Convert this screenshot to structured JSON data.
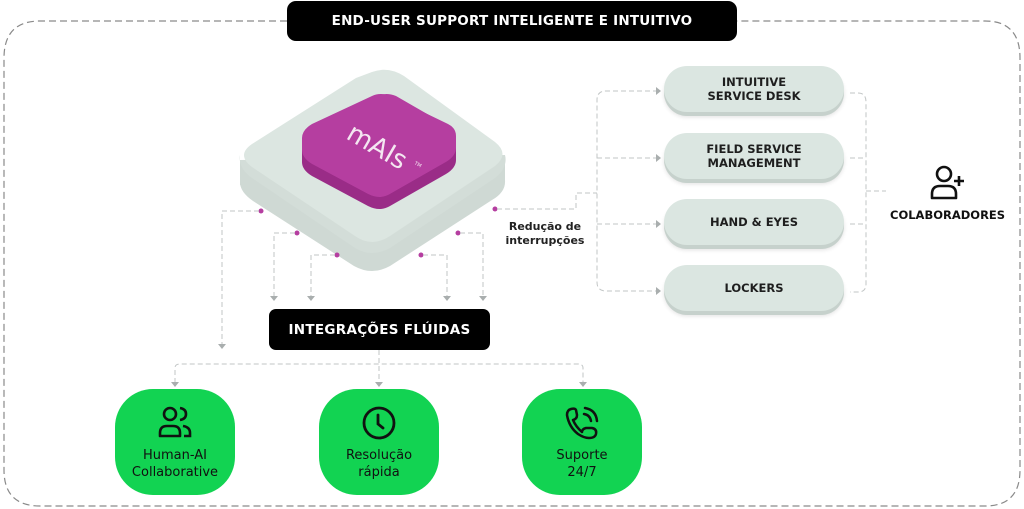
{
  "header": {
    "title": "END-USER SUPPORT INTELIGENTE E INTUITIVO"
  },
  "core": {
    "logo_text": "mAIs",
    "trademark": "TM",
    "tile_color": "#b53ea0",
    "base_color": "#dce6e1"
  },
  "side_label": {
    "text": "Redução de\ninterrupções"
  },
  "services": [
    {
      "label": "INTUITIVE\nSERVICE DESK"
    },
    {
      "label": "FIELD SERVICE\nMANAGEMENT"
    },
    {
      "label": "HAND & EYES"
    },
    {
      "label": "LOCKERS"
    }
  ],
  "collaborators": {
    "label": "COLABORADORES",
    "icon": "user-plus-icon"
  },
  "integrations": {
    "label": "INTEGRAÇÕES FLÚIDAS"
  },
  "benefits": [
    {
      "label": "Human-AI\nCollaborative",
      "icon": "users-icon"
    },
    {
      "label": "Resolução\nrápida",
      "icon": "clock-icon"
    },
    {
      "label": "Suporte\n24/7",
      "icon": "phone-call-icon"
    }
  ],
  "colors": {
    "accent_green": "#12d352",
    "accent_magenta": "#b53ea0",
    "pill_black": "#000000",
    "connector_gray": "#b8bcbc"
  }
}
